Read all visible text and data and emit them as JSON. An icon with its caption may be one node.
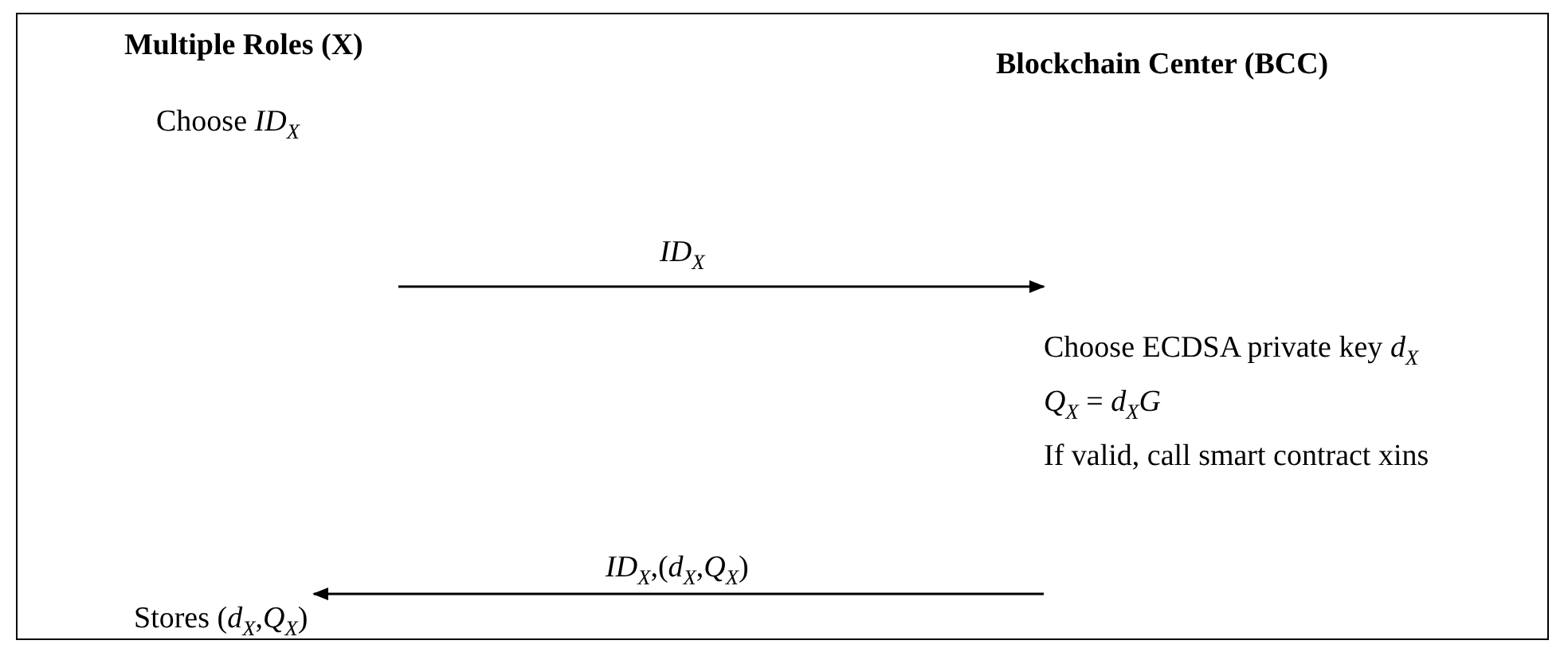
{
  "diagram": {
    "nodes": [
      {
        "text": [
          "Choose *ID*$_{X}$"
        ]
      },
      {
        "text": [
          "Choose ECDSA private key *d*$_{X}$",
          "*Q*$_{X}$ = *d*$_{X}$*G*",
          "If valid, call smart contract xins"
        ]
      },
      {
        "text": [
          "Stores (*d*$_{X}$,*Q*$_{X}$)"
        ]
      }
    ],
    "edges": [
      {
        "from": null,
        "to": 1,
        "arrow": "to",
        "label": "*ID*$_{X}$"
      },
      {
        "from": 1,
        "to": 2,
        "arrow": "to",
        "label": "*ID*$_{X}$,(*d*$_{X}$,*Q*$_{X}$)"
      }
    ],
    "labels": [
      "Multiple Roles (X)",
      "Blockchain Center (BCC)"
    ]
  }
}
